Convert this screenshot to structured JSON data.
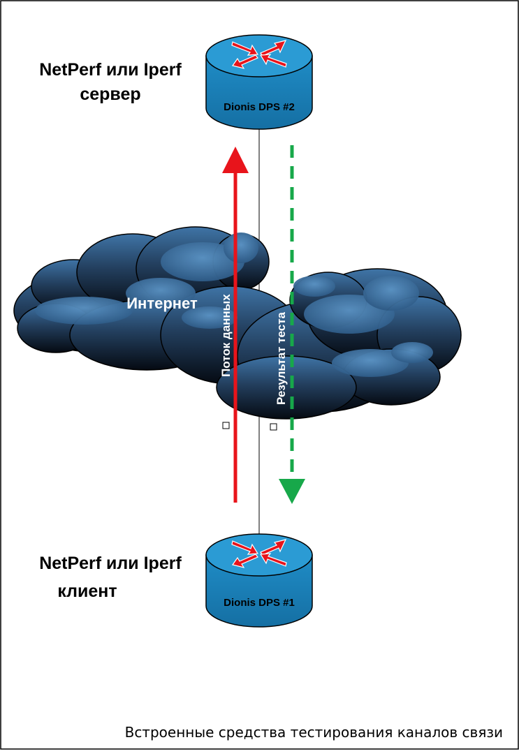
{
  "server": {
    "label_line1": "NetPerf или Iperf",
    "label_line2": "сервер",
    "router_name": "Dionis DPS #2"
  },
  "client": {
    "label_line1": "NetPerf или Iperf",
    "label_line2": "клиент",
    "router_name": "Dionis DPS #1"
  },
  "cloud": {
    "label": "Интернет"
  },
  "flows": {
    "data_flow": "Поток данных",
    "test_result": "Результат теста"
  },
  "caption": "Встроенные средства тестирования каналов связи",
  "colors": {
    "router_top": "#2b9bd4",
    "router_side": "#1a7fb5",
    "arrow_red": "#e8141b",
    "arrow_green": "#17a84a",
    "cloud_dark": "#0d1a2b",
    "cloud_light": "#4f86b8"
  }
}
